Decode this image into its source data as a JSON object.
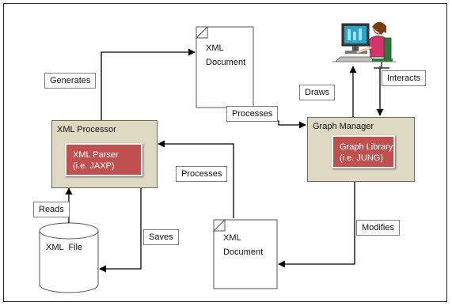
{
  "nodes": {
    "xml_document_top": {
      "line1": "XML",
      "line2": "Document"
    },
    "xml_document_bottom": {
      "line1": "XML",
      "line2": "Document"
    },
    "xml_file": {
      "label": "XML  File"
    },
    "xml_processor": {
      "title": "XML Processor",
      "inner_line1": "XML Parser",
      "inner_line2": "(i.e. JAXP)"
    },
    "graph_manager": {
      "title": "Graph Manager",
      "inner_line1": "Graph Library",
      "inner_line2": "(i.e. JUNG)"
    },
    "user": {
      "icon": "user-at-computer-icon"
    }
  },
  "edges": {
    "generates": "Generates",
    "processes_top": "Processes",
    "processes_bottom": "Processes",
    "draws": "Draws",
    "interacts": "Interacts",
    "reads": "Reads",
    "saves": "Saves",
    "modifies": "Modifies"
  },
  "colors": {
    "processor_fill": "#ddd9c3",
    "library_fill": "#c0504d",
    "line": "#000000"
  }
}
